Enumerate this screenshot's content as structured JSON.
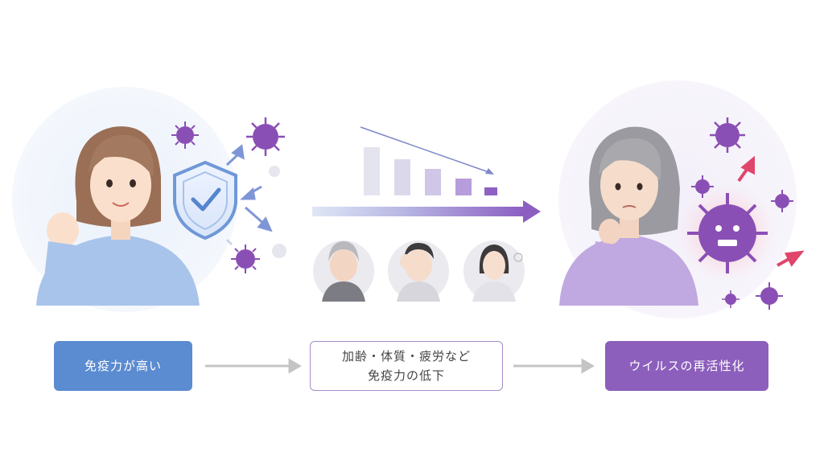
{
  "labels": {
    "left": "免疫力が高い",
    "middle_line1": "加齢・体質・疲労など",
    "middle_line2": "免疫力の低下",
    "right": "ウイルスの再活性化"
  },
  "colors": {
    "blue_box": "#5b8bd0",
    "purple_box": "#8c5fbc",
    "mid_border": "#a58cc8",
    "virus": "#8a4fb5",
    "arrow_pink": "#e0456b",
    "connector_gray": "#c4c4c4"
  },
  "icons": {
    "shield": "shield-check-icon",
    "virus": "virus-icon",
    "arrow": "arrow-icon"
  }
}
